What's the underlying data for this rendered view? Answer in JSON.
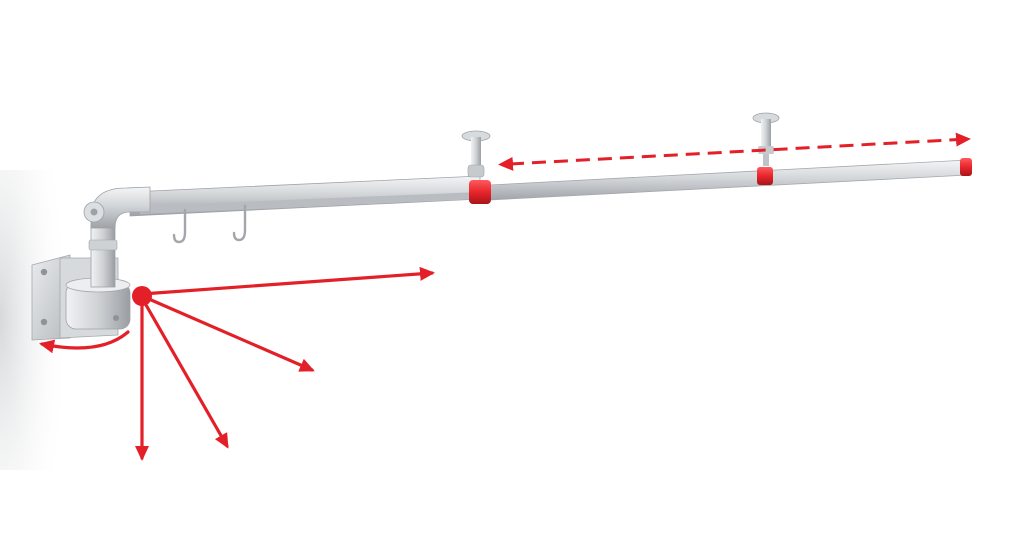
{
  "figure": {
    "subject": "telescopic-swing-arm-rail",
    "colors": {
      "arrow": "#e32028",
      "collar": "#e8262c",
      "metal": "#c9ccd0",
      "metal_dark": "#9da1a6",
      "metal_light": "#eef0f2",
      "background": "#ffffff"
    },
    "icons": {
      "swing_pivot": "pivot-dot-icon",
      "rotation": "curved-arrow-icon",
      "extension": "double-headed-dashed-arrow-icon"
    },
    "swing_positions_count": 4,
    "hook_count": 2,
    "mount_count": 2
  }
}
